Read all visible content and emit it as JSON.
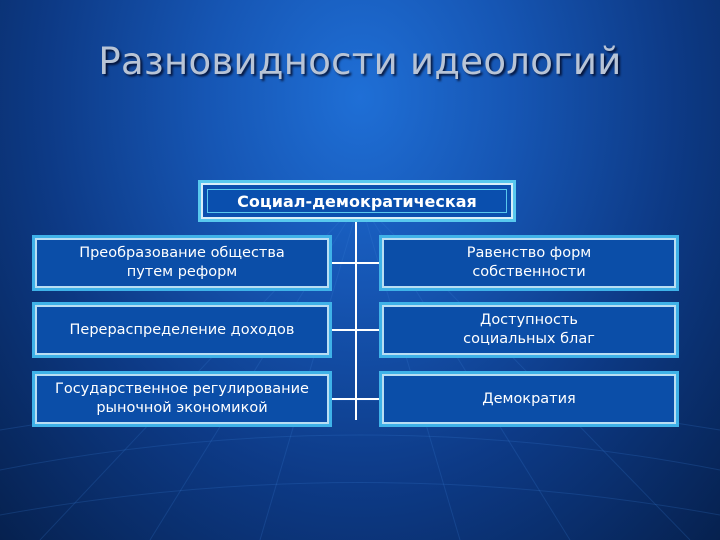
{
  "slide": {
    "title": "Разновидности идеологий"
  },
  "diagram": {
    "root": "Социал-демократическая",
    "left": [
      "Преобразование общества\nпутем реформ",
      "Перераспределение доходов",
      "Государственное регулирование\nрыночной экономикой"
    ],
    "right": [
      "Равенство форм\nсобственности",
      "Доступность\nсоциальных благ",
      "Демократия"
    ]
  },
  "colors": {
    "background": "#1656b4",
    "box_fill": "#0b4ea8",
    "box_border": "#3fb2e8",
    "title_text": "#b8c4d6",
    "connector": "#ffffff"
  }
}
